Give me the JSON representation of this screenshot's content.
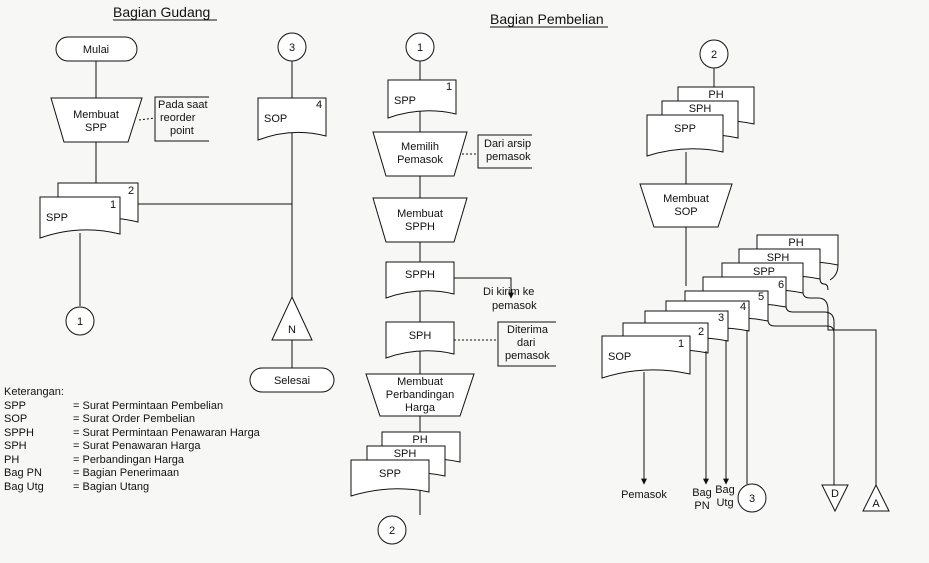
{
  "headings": {
    "gudang": "Bagian Gudang",
    "pembelian": "Bagian Pembelian"
  },
  "labels": {
    "mulai": "Mulai",
    "membuat_spp": [
      "Membuat",
      "SPP"
    ],
    "note_reorder": [
      "Pada saat",
      "reorder",
      "point"
    ],
    "spp": "SPP",
    "sop": "SOP",
    "ph": "PH",
    "sph": "SPH",
    "spph": "SPPH",
    "num_1": "1",
    "num_2": "2",
    "num_3": "3",
    "num_4": "4",
    "num_5": "5",
    "num_6": "6",
    "n": "N",
    "d": "D",
    "a": "A",
    "selesai": "Selesai",
    "memilih_pemasok": [
      "Memilih",
      "Pemasok"
    ],
    "note_arsip": [
      "Dari arsip",
      "pemasok"
    ],
    "membuat_spph": [
      "Membuat",
      "SPPH"
    ],
    "note_kirim": [
      "Di kirim ke",
      "pemasok"
    ],
    "note_diterima": [
      "Diterima",
      "dari",
      "pemasok"
    ],
    "membuat_perbandingan": [
      "Membuat",
      "Perbandingan",
      "Harga"
    ],
    "membuat_sop": [
      "Membuat",
      "SOP"
    ],
    "dest_pemasok": "Pemasok",
    "dest_bagpn": [
      "Bag",
      "PN"
    ],
    "dest_bagutg": [
      "Bag",
      "Utg"
    ]
  },
  "legend": {
    "title": "Keterangan:",
    "items": [
      {
        "abbr": "SPP",
        "desc": "= Surat Permintaan Pembelian"
      },
      {
        "abbr": "SOP",
        "desc": "= Surat Order Pembelian"
      },
      {
        "abbr": "SPPH",
        "desc": "= Surat Permintaan Penawaran Harga"
      },
      {
        "abbr": "SPH",
        "desc": "= Surat Penawaran Harga"
      },
      {
        "abbr": "PH",
        "desc": "= Perbandingan Harga"
      },
      {
        "abbr": "Bag PN",
        "desc": "= Bagian Penerimaan"
      },
      {
        "abbr": "Bag Utg",
        "desc": "= Bagian Utang"
      }
    ]
  }
}
